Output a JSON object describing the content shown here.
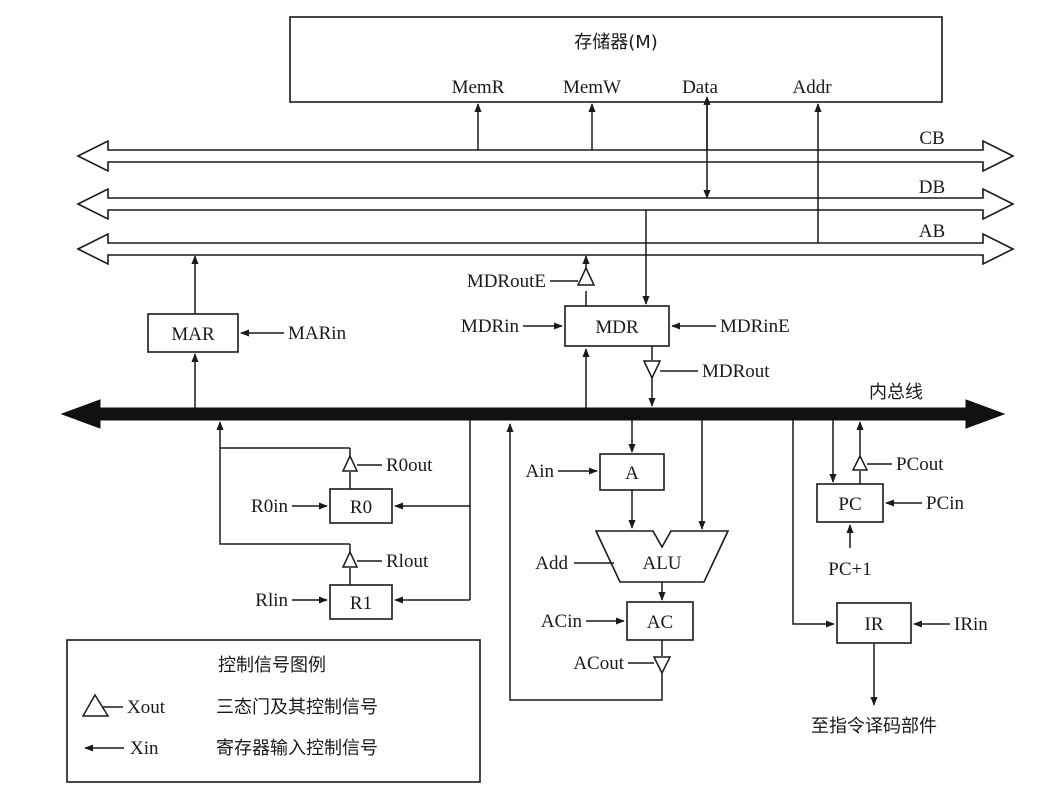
{
  "memory": {
    "title": "存储器(M)",
    "ports": {
      "memr": "MemR",
      "memw": "MemW",
      "data": "Data",
      "addr": "Addr"
    }
  },
  "buses": {
    "cb": "CB",
    "db": "DB",
    "ab": "AB",
    "internal": "内总线"
  },
  "registers": {
    "mar": "MAR",
    "mdr": "MDR",
    "r0": "R0",
    "r1": "R1",
    "a": "A",
    "alu": "ALU",
    "ac": "AC",
    "pc": "PC",
    "ir": "IR"
  },
  "signals": {
    "marin": "MARin",
    "mdroute": "MDRoutE",
    "mdrin": "MDRin",
    "mdrine": "MDRinE",
    "mdrout": "MDRout",
    "r0out": "R0out",
    "r0in": "R0in",
    "rlout": "Rlout",
    "rlin": "Rlin",
    "ain": "Ain",
    "add": "Add",
    "acin": "ACin",
    "acout": "ACout",
    "pcout": "PCout",
    "pcin": "PCin",
    "pcplus1": "PC+1",
    "irin": "IRin",
    "decode": "至指令译码部件"
  },
  "legend": {
    "title": "控制信号图例",
    "xout_symbol": "Xout",
    "xout_desc": "三态门及其控制信号",
    "xin_symbol": "Xin",
    "xin_desc": "寄存器输入控制信号"
  }
}
